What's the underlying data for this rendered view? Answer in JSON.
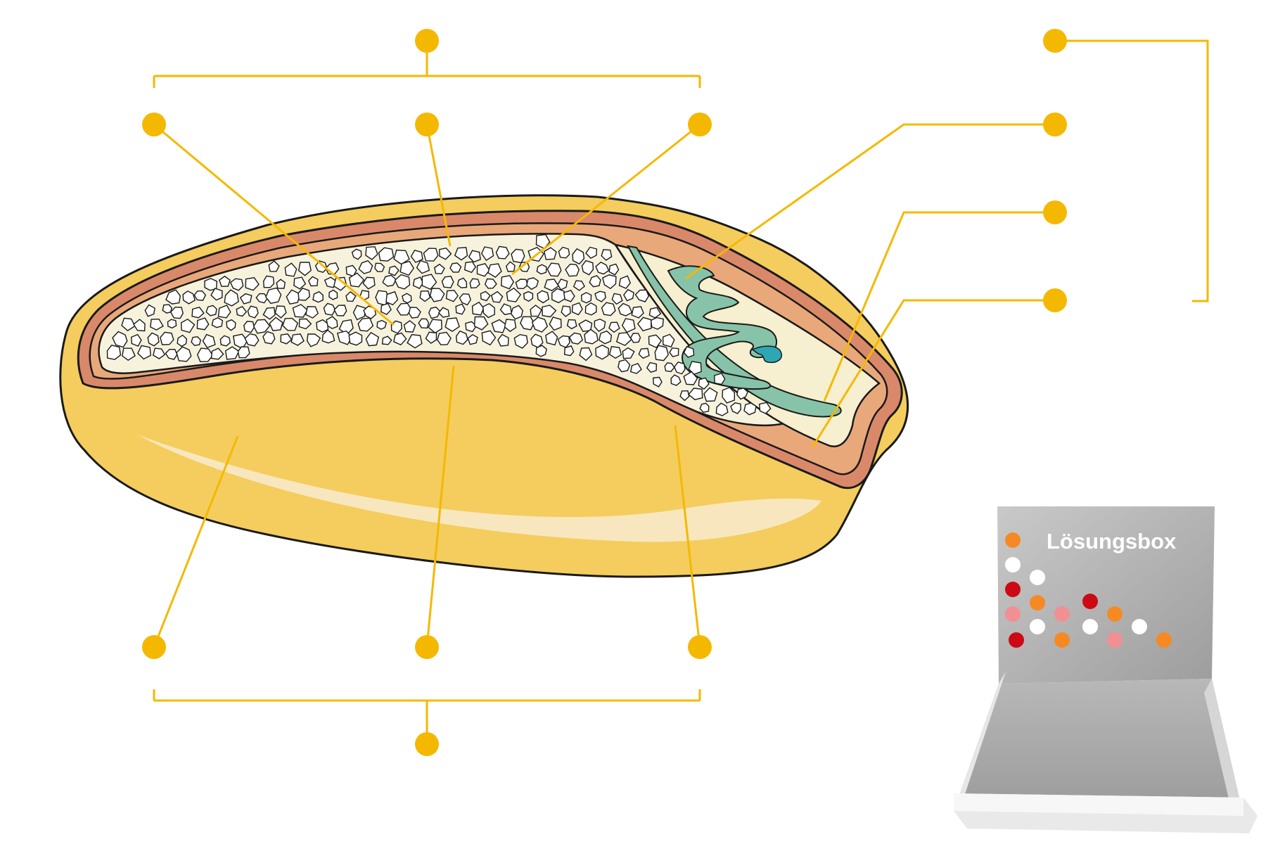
{
  "colors": {
    "connector": "#F5B800",
    "dot": "#F5B800",
    "outer_husk": "#F4CD5E",
    "husk_highlight": "#F8E7BE",
    "seed_coat": "#D9896A",
    "seed_coat_inner": "#E9A87A",
    "endosperm": "#F6F2DC",
    "embryo_tissue": "#F6EFD0",
    "embryo_green": "#87C3A8",
    "embryo_teal": "#2EA7B5",
    "outline": "#1A1A1A"
  },
  "solution_box": {
    "title": "Lösungsbox",
    "token_colors": {
      "orange": "#F58A25",
      "white": "#FFFFFF",
      "red": "#CC0A14",
      "pink": "#F28F92"
    },
    "tokens": [
      "orange",
      "white",
      "white",
      "red",
      "orange",
      "red",
      "orange",
      "pink",
      "pink",
      "white",
      "white",
      "white",
      "red",
      "orange",
      "pink",
      "orange"
    ]
  },
  "label_slots": [
    "top-group",
    "top-left",
    "top-middle",
    "top-right",
    "right-group",
    "right-1",
    "right-2",
    "right-3",
    "bottom-left",
    "bottom-middle",
    "bottom-right",
    "bottom-group"
  ]
}
